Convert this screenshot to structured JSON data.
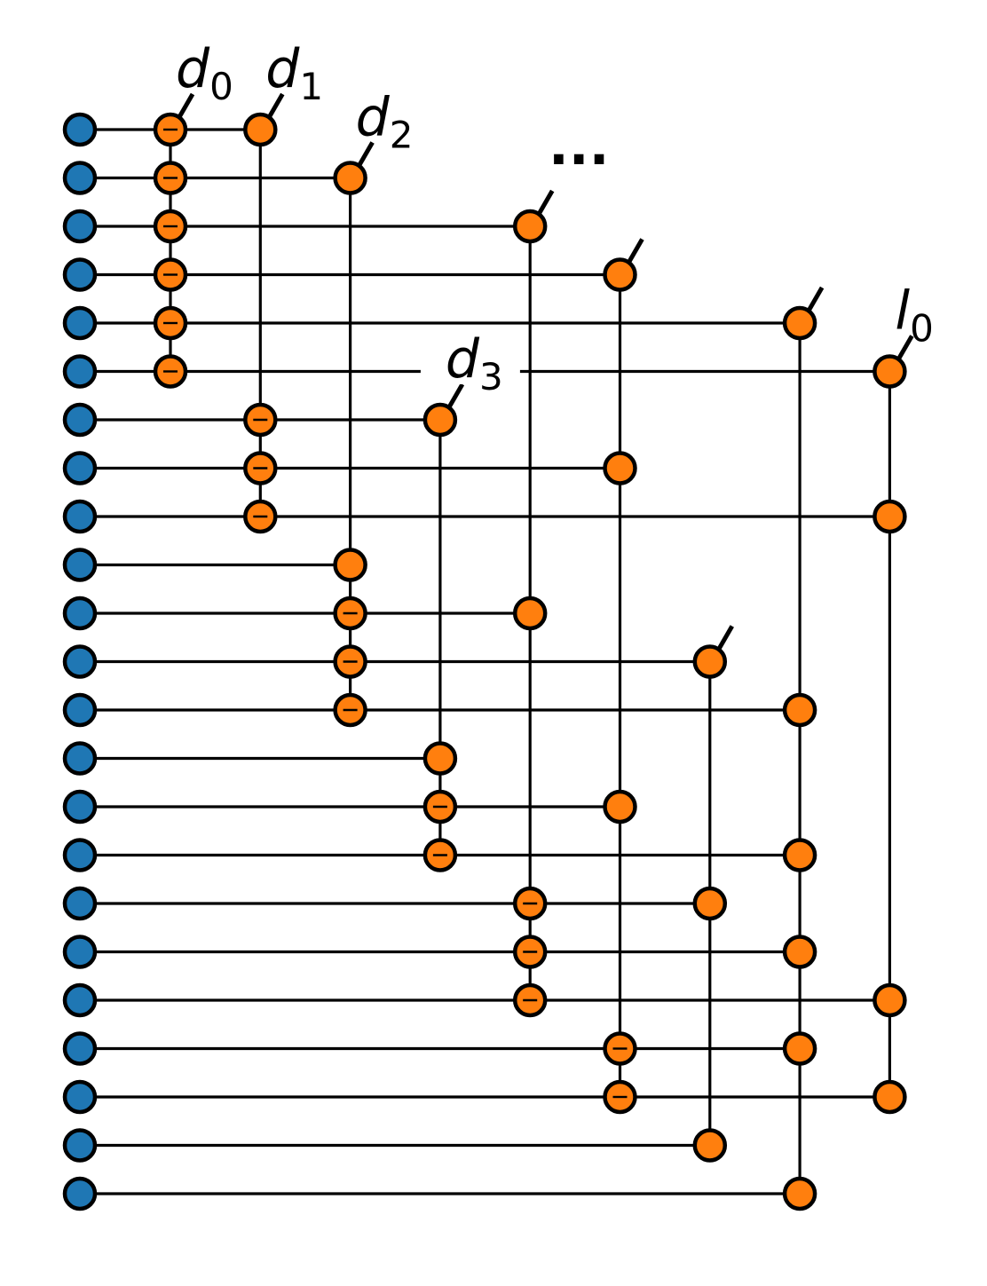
{
  "colors": {
    "input_node": "#1f77b4",
    "gate_node": "#ff7f0e",
    "stroke": "#000000",
    "background": "#ffffff"
  },
  "rows": 23,
  "columns": [
    {
      "label": "d",
      "subscript": "0",
      "head": 0,
      "rows": [
        0,
        1,
        2,
        3,
        4,
        5
      ],
      "minus_rows": [
        0,
        1,
        2,
        3,
        4,
        5
      ]
    },
    {
      "label": "d",
      "subscript": "1",
      "head": 0,
      "rows": [
        0,
        6,
        7,
        8
      ],
      "minus_rows": [
        6,
        7,
        8
      ]
    },
    {
      "label": "d",
      "subscript": "2",
      "head": 1,
      "rows": [
        1,
        9,
        10,
        11,
        12
      ],
      "minus_rows": [
        10,
        11,
        12
      ]
    },
    {
      "label": "d",
      "subscript": "3",
      "head": 6,
      "rows": [
        6,
        13,
        14,
        15
      ],
      "minus_rows": [
        14,
        15
      ]
    },
    {
      "label": "",
      "subscript": "",
      "head": 2,
      "rows": [
        2,
        10,
        16,
        17,
        18
      ],
      "minus_rows": [
        16,
        17,
        18
      ]
    },
    {
      "label": "",
      "subscript": "",
      "head": 3,
      "rows": [
        3,
        7,
        14,
        19,
        20
      ],
      "minus_rows": [
        19,
        20
      ]
    },
    {
      "label": "",
      "subscript": "",
      "head": 11,
      "rows": [
        11,
        16,
        21
      ],
      "minus_rows": []
    },
    {
      "label": "",
      "subscript": "",
      "head": 4,
      "rows": [
        4,
        12,
        15,
        17,
        19,
        22
      ],
      "minus_rows": []
    },
    {
      "label": "l",
      "subscript": "0",
      "head": 5,
      "rows": [
        5,
        8,
        18,
        20
      ],
      "minus_rows": []
    }
  ],
  "ellipsis": "...",
  "minus_symbol": "−"
}
